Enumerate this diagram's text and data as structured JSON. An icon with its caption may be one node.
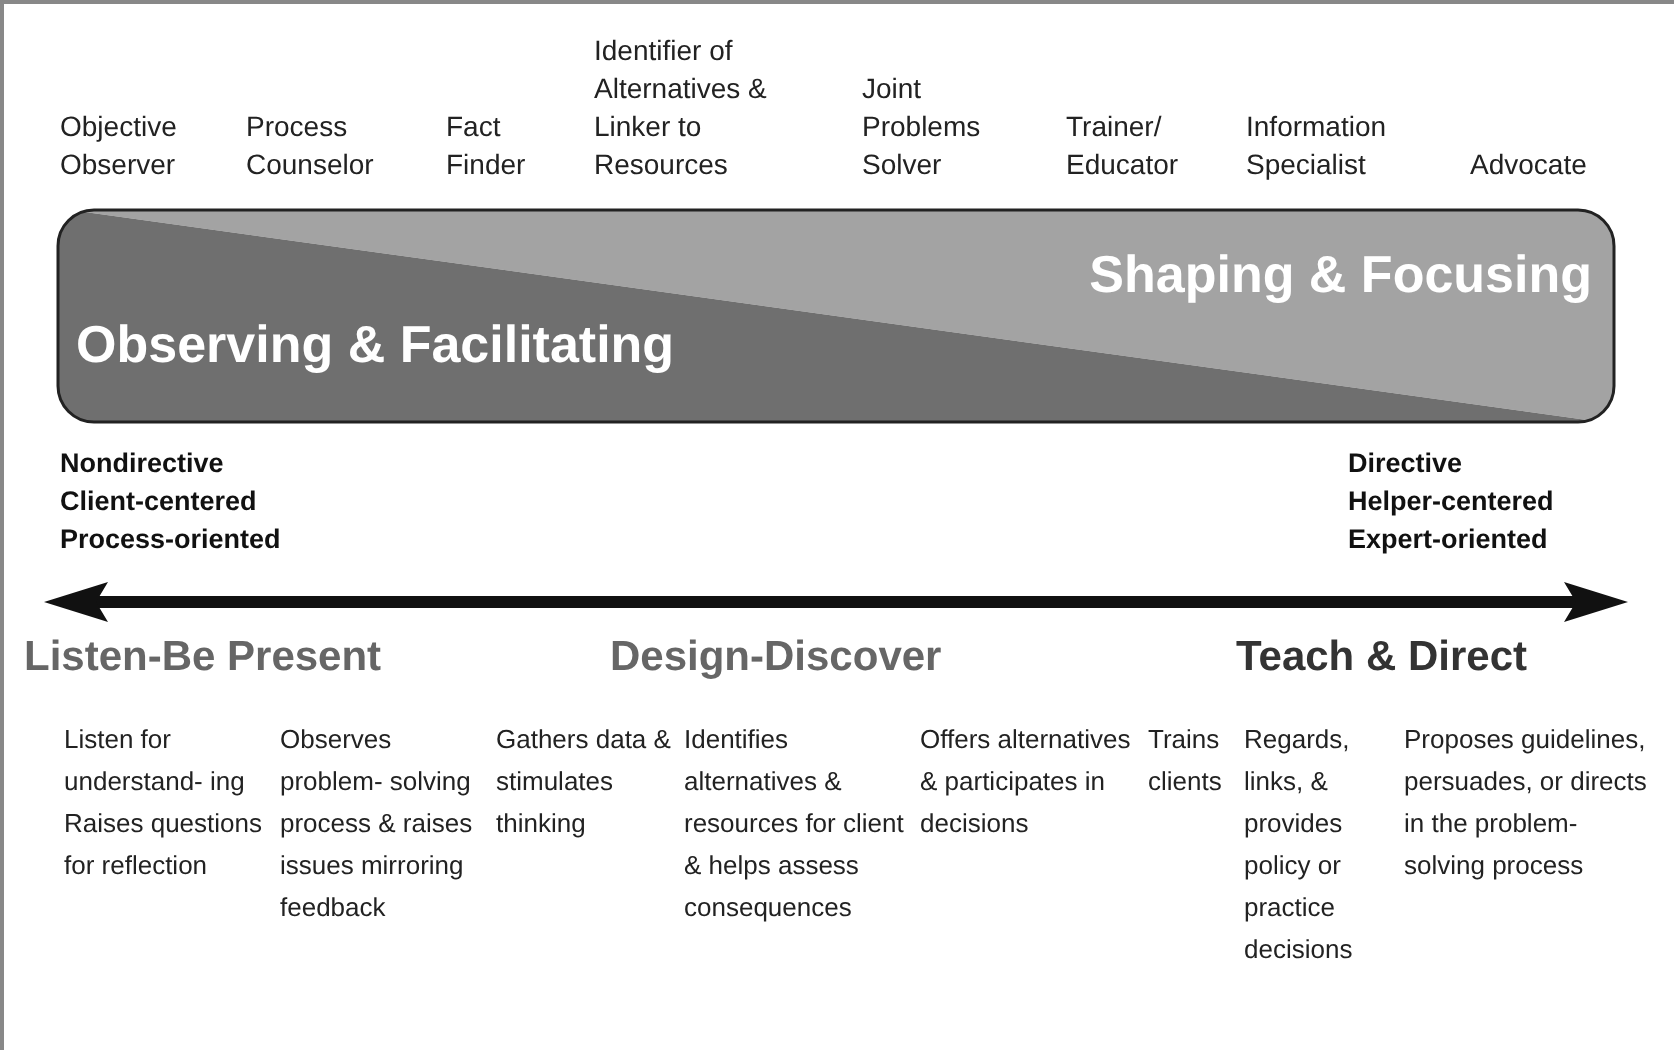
{
  "diagram": {
    "nodes": [
      {
        "text": [
          "Observing & Facilitating",
          "Shaping & Focusing"
        ]
      }
    ],
    "edges": [],
    "labels": [
      "Objective Observer",
      "Process Counselor",
      "Fact Finder",
      "Identifier of Alternatives & Linker to Resources",
      "Joint Problems Solver",
      "Trainer/ Educator",
      "Information Specialist",
      "Advocate",
      "Nondirective",
      "Client-centered",
      "Process-oriented",
      "Directive",
      "Helper-centered",
      "Expert-oriented",
      "Listen-Be Present",
      "Design-Discover",
      "Teach & Direct",
      "Listen for understand- ing Raises questions for reflection",
      "Observes problem- solving process & raises issues mirroring feedback",
      "Gathers data & stimulates thinking",
      "Identifies alternatives & resources for client & helps assess consequences",
      "Offers alternatives & participates in decisions",
      "Trains clients",
      "Regards, links, & provides policy or practice decisions",
      "Proposes guidelines, persuades, or directs in the problem- solving process"
    ]
  }
}
